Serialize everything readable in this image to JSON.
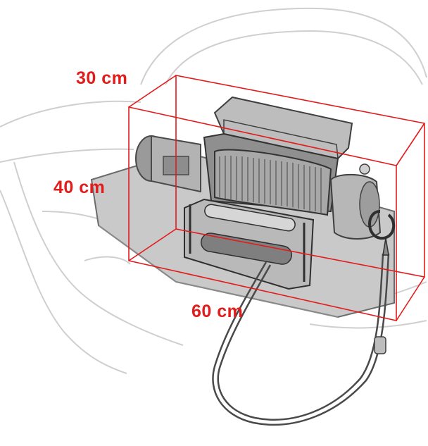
{
  "dimensions": {
    "depth_label": "30 cm",
    "height_label": "40 cm",
    "width_label": "60 cm"
  },
  "colors": {
    "dimension_box": "#e21b1b",
    "sketch_line": "#5a5a5a",
    "background": "#ffffff"
  },
  "icons": [
    "winch-illustration",
    "vehicle-outline",
    "hook-icon"
  ]
}
